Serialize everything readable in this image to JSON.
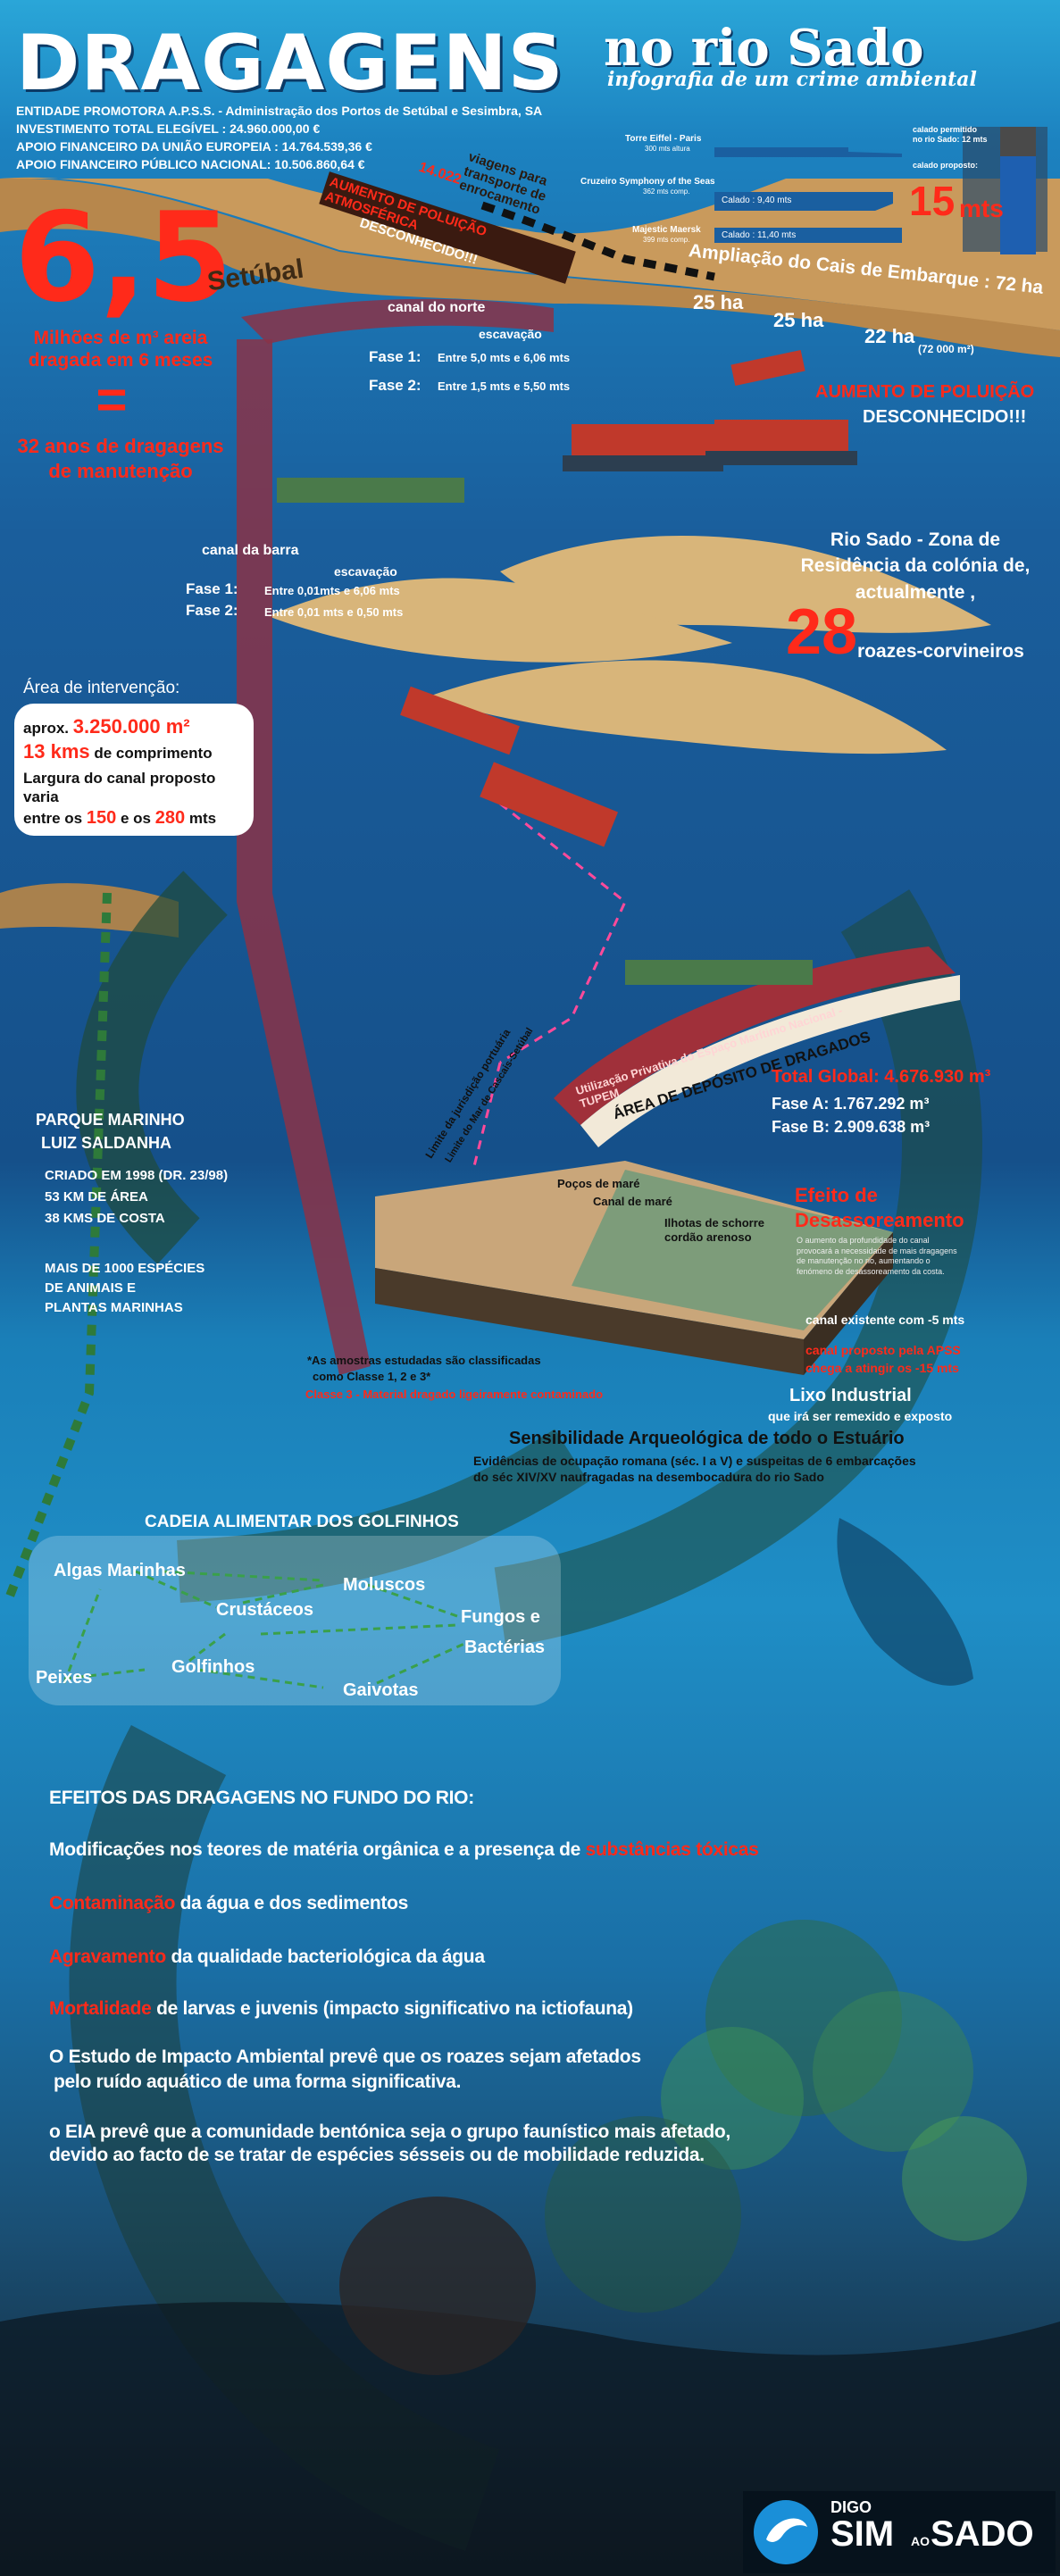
{
  "header": {
    "title": "DRAGAGENS",
    "subtitle": "no rio Sado",
    "tagline": "infografia de um crime ambiental"
  },
  "funding": [
    "ENTIDADE  PROMOTORA A.P.S.S. - Administração dos Portos de Setúbal e Sesimbra, SA",
    "INVESTIMENTO TOTAL ELEGÍVEL : 24.960.000,00 €",
    "APOIO FINANCEIRO DA UNIÃO EUROPEIA : 14.764.539,36 €",
    "APOIO FINANCEIRO PÚBLICO NACIONAL: 10.506.860,64 €"
  ],
  "ships_compare": {
    "eiffel_name": "Torre Eiffel - Paris",
    "eiffel_height": "300 mts altura",
    "symphony_name": "Cruzeiro Symphony of the Seas",
    "symphony_length": "362 mts comp.",
    "symphony_draft": "Calado : 9,40 mts",
    "maersk_name": "Majestic Maersk",
    "maersk_length": "399 mts comp.",
    "maersk_draft": "Calado : 11,40 mts",
    "allowed_draft": "calado permitido no rio Sado: 12 mts",
    "proposed_label": "calado proposto:",
    "proposed_value": "15",
    "proposed_unit": "mts"
  },
  "left_stats": {
    "big_number": "6,5",
    "big_caption": "Milhões de m³ areia dragada em 6 meses",
    "equals": "=",
    "years_caption": "32 anos de dragagens de manutenção"
  },
  "setubal": "Setúbal",
  "transport": {
    "trips": "14.022",
    "trips_text": "viagens para transporte de enrocamento",
    "pollution": "AUMENTO DE POLUIÇÃO ATMOSFÉRICA",
    "unknown": "DESCONHECIDO!!!"
  },
  "quay": {
    "title": "Ampliação do Cais de Embarque : 72 ha",
    "area1": "25 ha",
    "area2": "25 ha",
    "area3": "22 ha",
    "area3_note": "(72 000 m²)"
  },
  "canal_norte": {
    "title": "canal do norte",
    "excavation": "escavação",
    "phase1_label": "Fase 1:",
    "phase1_value": "Entre 5,0 mts e 6,06 mts",
    "phase2_label": "Fase 2:",
    "phase2_value": "Entre 1,5 mts e 5,50 mts"
  },
  "pollution_right": {
    "title": "AUMENTO DE POLUIÇÃO",
    "unknown": "DESCONHECIDO!!!"
  },
  "dolphins": {
    "text": "Rio Sado - Zona de Residência da colónia  de, actualmente ,",
    "count": "28",
    "species": "roazes-corvineiros"
  },
  "canal_barra": {
    "title": "canal da barra",
    "excavation": "escavação",
    "phase1_label": "Fase 1:",
    "phase1_value": "Entre 0,01mts e 6,06 mts",
    "phase2_label": "Fase 2:",
    "phase2_value": "Entre 0,01 mts e 0,50 mts"
  },
  "intervention": {
    "title": "Área de intervenção:",
    "area_prefix": "aprox.",
    "area_value": "3.250.000 m²",
    "length_value": "13 kms",
    "length_suffix": "de comprimento",
    "width_text": "Largura do canal proposto varia",
    "width_range_prefix": "entre os",
    "width_min": "150",
    "width_and": "e os",
    "width_max": "280",
    "width_unit": "mts"
  },
  "deposit": {
    "zone_label": "Utilização Privativa do Espaço Marítimo Nacional - TUPEM",
    "area_label": "ÁREA DE DEPÓSITO DE DRAGADOS",
    "limit_label": "Limite da jurisdição portuária",
    "limit_label2": "Limite do Mar de Cascais-Setúbal",
    "total": "Total Global: 4.676.930 m³",
    "phase_a": "Fase A: 1.767.292 m³",
    "phase_b": "Fase B: 2.909.638 m³"
  },
  "park": {
    "title1": "PARQUE MARINHO",
    "title2": "LUIZ SALDANHA",
    "created": "CRIADO EM 1998 (DR. 23/98)",
    "area": "53 KM   DE ÁREA",
    "coast": "38 KMS DE COSTA",
    "species1": "MAIS DE 1000 ESPÉCIES",
    "species2": "DE ANIMAIS E",
    "species3": "PLANTAS MARINHAS"
  },
  "cross_section": {
    "wells": "Poços de maré",
    "canal": "Canal de maré",
    "islets": "Ilhotas de schorre",
    "cord": "cordão arenoso",
    "silting_title": "Efeito de",
    "silting_title2": "Desassoreamento",
    "silting_text": "O aumento da profundidade do canal provocará a necessidade de mais dragagens de manutenção no rio, aumentando o fenómeno de desassoreamento da costa.",
    "existing": "canal existente com -5 mts",
    "proposed1": "canal proposto pela APSS",
    "proposed2": "chega a atingir os -15 mts",
    "trash1": "Lixo Industrial",
    "trash2": "que irá ser remexido e exposto",
    "samples1": "*As amostras estudadas são classificadas",
    "samples2": "como Classe 1, 2 e 3*",
    "samples3": "Classe 3 - Material dragado ligeiramente contaminado",
    "arch_title": "Sensibilidade Arqueológica de todo o Estuário",
    "arch_text1": "Evidências de ocupação romana (séc. I a V) e suspeitas de 6 embarcações",
    "arch_text2": "do séc XIV/XV naufragadas na desembocadura do rio Sado"
  },
  "food_chain": {
    "title": "CADEIA ALIMENTAR DOS GOLFINHOS",
    "algae": "Algas Marinhas",
    "crustaceans": "Crustáceos",
    "molluscs": "Moluscos",
    "fungi": "Fungos e",
    "bacteria": "Bactérias",
    "fish": "Peixes",
    "dolphins": "Golfinhos",
    "gulls": "Gaivotas"
  },
  "effects": {
    "title": "EFEITOS DAS DRAGAGENS NO FUNDO DO RIO:",
    "e1_a": "Modificações nos teores de matéria orgânica e a presença de",
    "e1_b": "substâncias tóxicas",
    "e2_a": "Contaminação",
    "e2_b": "da água e dos sedimentos",
    "e3_a": "Agravamento",
    "e3_b": "da qualidade bacteriológica da água",
    "e4_a": "Mortalidade",
    "e4_b": "de larvas e juvenis (impacto significativo na ictiofauna)",
    "e5_a": "O Estudo de Impacto Ambiental prevê que os roazes sejam afetados",
    "e5_b": "pelo ruído aquático de uma forma significativa.",
    "e6_a": "o EIA prevê que a comunidade bentónica seja o grupo faunístico mais afetado,",
    "e6_b": "devido ao facto de se tratar de espécies sésseis ou de mobilidade reduzida."
  },
  "logo": {
    "line1": "DIGO",
    "line2a": "SIM",
    "line2b": "AO",
    "line2c": "SADO"
  },
  "colors": {
    "accent_red": "#ff2a1a",
    "land": "#c99a5c",
    "deep_water": "#15508a",
    "canal": "#8a3248"
  }
}
